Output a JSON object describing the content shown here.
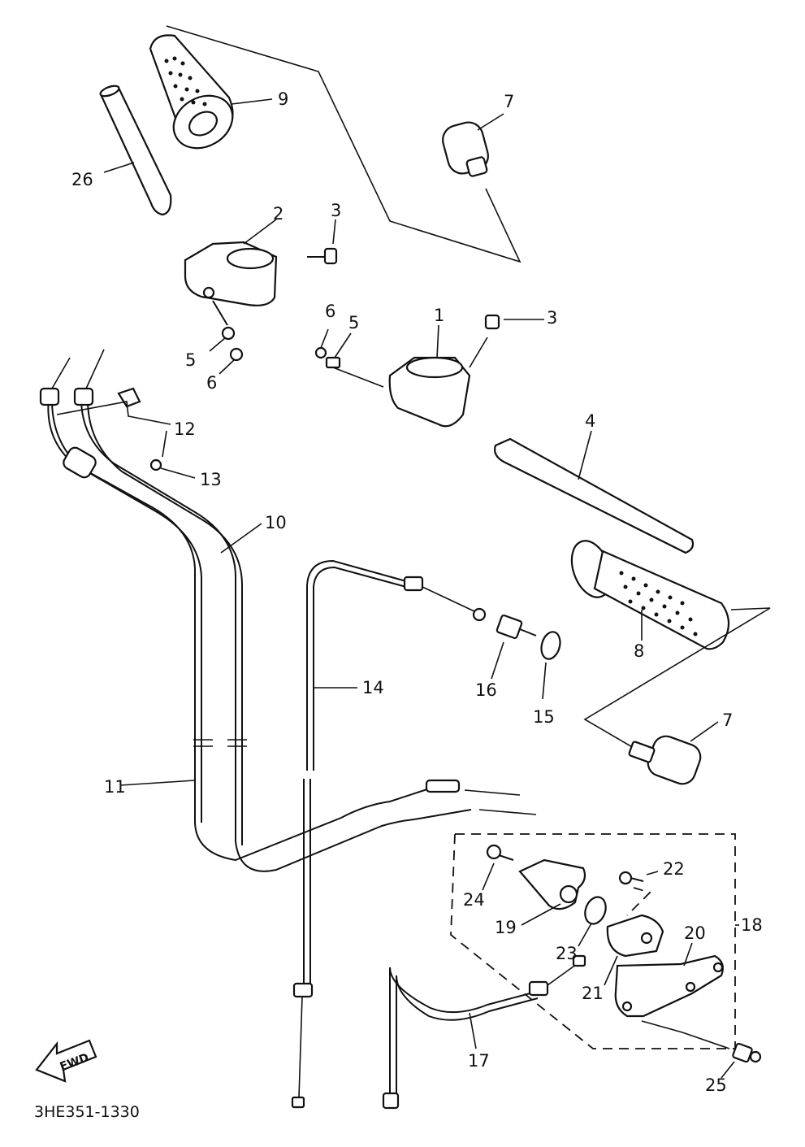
{
  "diagram": {
    "code": "3HE351-1330",
    "fwd_label": "FWD",
    "callouts": {
      "c1": "1",
      "c2": "2",
      "c3a": "3",
      "c3b": "3",
      "c4": "4",
      "c5a": "5",
      "c5b": "5",
      "c6a": "6",
      "c6b": "6",
      "c7a": "7",
      "c7b": "7",
      "c8": "8",
      "c9": "9",
      "c10": "10",
      "c11": "11",
      "c12": "12",
      "c13": "13",
      "c14": "14",
      "c15": "15",
      "c16": "16",
      "c17": "17",
      "c18": "18",
      "c19": "19",
      "c20": "20",
      "c21": "21",
      "c22": "22",
      "c23": "23",
      "c24": "24",
      "c25": "25",
      "c26": "26"
    }
  }
}
